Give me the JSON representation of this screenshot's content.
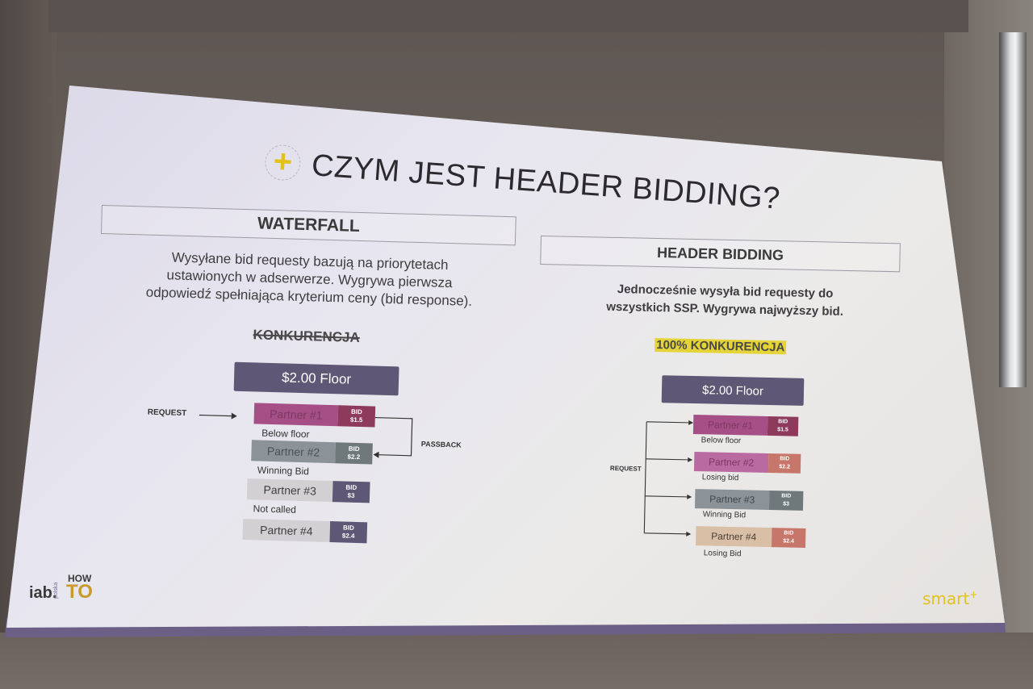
{
  "slide": {
    "title": "CZYM JEST HEADER BIDDING?",
    "plus_icon": "+",
    "accent_color": "#e2c21a"
  },
  "waterfall": {
    "heading": "WATERFALL",
    "description_lines": [
      "Wysyłane bid requesty bazują na priorytetach",
      "ustawionych w adserwerze. Wygrywa pierwsza",
      "odpowiedź spełniająca kryterium ceny (bid response)."
    ],
    "competition": "KONKURENCJA",
    "floor": "$2.00 Floor",
    "request_label": "REQUEST",
    "passback_label": "PASSBACK",
    "partners": [
      {
        "name": "Partner #1",
        "bid_label": "BID",
        "bid": "$1.5",
        "status": "Below floor",
        "color": "#a64f86",
        "bid_color": "#8d3a5c"
      },
      {
        "name": "Partner #2",
        "bid_label": "BID",
        "bid": "$2.2",
        "status": "Winning Bid",
        "color": "#8b9398",
        "bid_color": "#6f787b"
      },
      {
        "name": "Partner #3",
        "bid_label": "BID",
        "bid": "$3",
        "status": "Not called",
        "color": "#d3d0d3",
        "bid_color": "#5e5775"
      },
      {
        "name": "Partner #4",
        "bid_label": "BID",
        "bid": "$2.4",
        "status": "",
        "color": "#d3d0d3",
        "bid_color": "#5e5775"
      }
    ]
  },
  "header_bidding": {
    "heading": "HEADER BIDDING",
    "description_lines": [
      "Jednocześnie wysyła bid requesty do",
      "wszystkich SSP. Wygrywa najwyższy bid."
    ],
    "competition": "100% KONKURENCJA",
    "floor": "$2.00 Floor",
    "request_label": "REQUEST",
    "partners": [
      {
        "name": "Partner #1",
        "bid_label": "BID",
        "bid": "$1.5",
        "status": "Below floor",
        "color": "#a64f86",
        "bid_color": "#8d3a5c"
      },
      {
        "name": "Partner #2",
        "bid_label": "BID",
        "bid": "$2.2",
        "status": "Losing bid",
        "color": "#b96aa1",
        "bid_color": "#c77769"
      },
      {
        "name": "Partner #3",
        "bid_label": "BID",
        "bid": "$3",
        "status": "Winning Bid",
        "color": "#8b9398",
        "bid_color": "#6f787b"
      },
      {
        "name": "Partner #4",
        "bid_label": "BID",
        "bid": "$2.4",
        "status": "Losing Bid",
        "color": "#d9bfa6",
        "bid_color": "#c77769"
      }
    ]
  },
  "logos": {
    "iab": "iab.",
    "polska": "polska",
    "how": "HOW",
    "to": "TO",
    "smart": "smart"
  }
}
